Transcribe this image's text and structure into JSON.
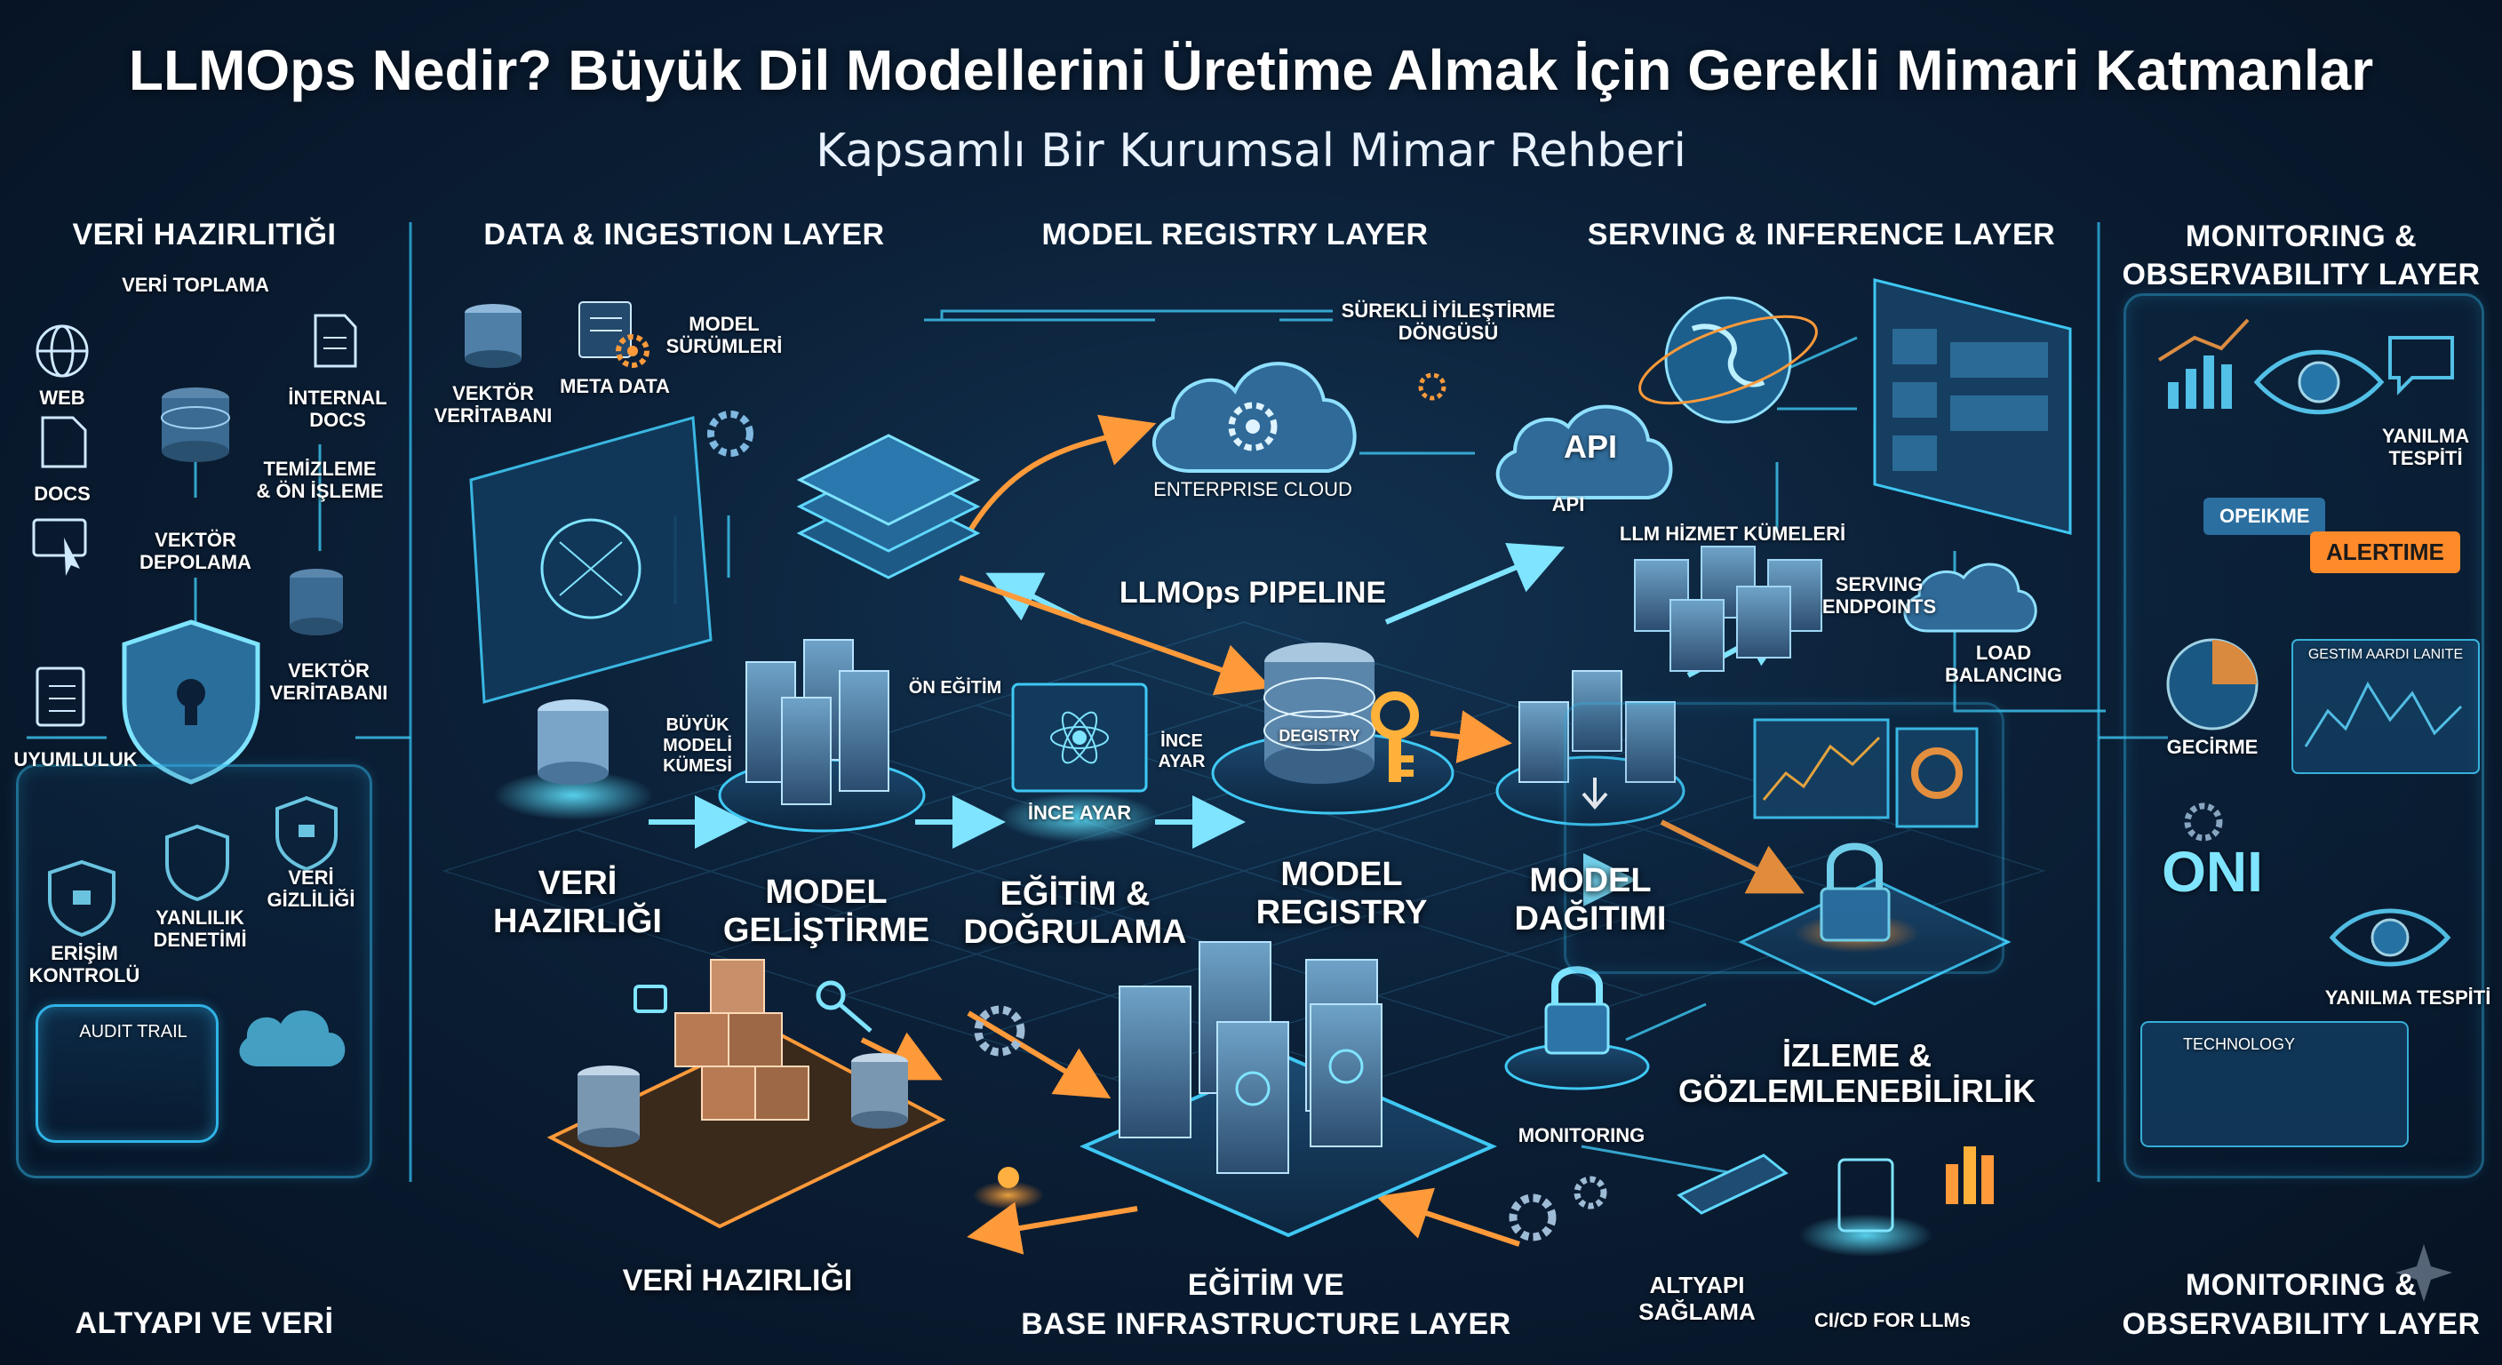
{
  "title": "LLMOps Nedir? Büyük Dil Modellerini Üretime Almak İçin Gerekli Mimari Katmanlar",
  "subtitle": "Kapsamlı Bir Kurumsal Mimar Rehberi",
  "layers": {
    "veri_hazirlitigi": "VERİ HAZIRLITIĞI",
    "data_ingestion": "DATA & INGESTION LAYER",
    "model_registry": "MODEL REGISTRY LAYER",
    "serving_inference": "SERVING & INFERENCE LAYER",
    "monitoring_top": "MONITORING &\nOBSERVABILITY LAYER",
    "altyapi_ve_veri": "ALTYAPI VE VERİ",
    "egitim_base": "EĞİTİM VE\nBASE INFRASTRUCTURE LAYER",
    "monitoring_bottom": "MONITORING &\nOBSERVABILITY LAYER"
  },
  "left_panel": {
    "veri_toplama": "VERİ TOPLAMA",
    "web": "WEB",
    "docs": "DOCS",
    "internal_docs": "İNTERNAL\nDOCS",
    "temizleme": "TEMİZLEME\n& ÖN İŞLEME",
    "vektor_depolama": "VEKTÖR\nDEPOLAMA",
    "vektor_veritabani": "VEKTÖR\nVERİTABANI",
    "uyumluluk": "UYUMLULUK",
    "erisim_kontrolu": "ERİŞİM\nKONTROLÜ",
    "yanlilik_denetimi": "YANLILIK\nDENETİMİ",
    "veri_gizliligi": "VERİ\nGİZLİLİĞİ",
    "audit_trail": "AUDIT TRAIL"
  },
  "ingestion": {
    "vektor_veritabani": "VEKTÖR\nVERİTABANI",
    "meta_data": "META DATA",
    "model_surumleri": "MODEL\nSÜRÜMLERİ"
  },
  "center": {
    "surekli_iyilestirme": "SÜREKLİ İYİLEŞTİRME\nDÖNGÜSÜ",
    "enterprise_cloud": "ENTERPRISE CLOUD",
    "api": "API",
    "api_small": "API",
    "llm_hizmet_kumeleri": "LLM HİZMET KÜMELERİ",
    "serving_endpoints": "SERVING\nENDPOINTS",
    "load_balancing": "LOAD\nBALANCING",
    "llmops_pipeline": "LLMOps PIPELINE",
    "buyuk_modeli_kumesi": "BÜYÜK\nMODELİ\nKÜMESİ",
    "on_egitim": "ÖN EĞİTİM",
    "ince_ayar_side": "İNCE\nAYAR",
    "ince_ayar": "İNCE AYAR",
    "registry_disk": "DEGISTRY",
    "monitoring_small": "MONITORING",
    "altyapi_saglama": "ALTYAPI\nSAĞLAMA",
    "cicd": "CI/CD FOR LLMs"
  },
  "stages": {
    "veri_hazirligi": "VERİ\nHAZIRLIĞI",
    "model_gelistirme": "MODEL\nGELİŞTİRME",
    "egitim_dogrulama": "EĞİTİM &\nDOĞRULAMA",
    "model_registry": "MODEL\nREGISTRY",
    "model_dagitimi": "MODEL\nDAĞITIMI",
    "izleme": "İZLEME &\nGÖZLEMLENEBİLİRLİK",
    "veri_hazirligi_bottom": "VERİ HAZIRLIĞI"
  },
  "right_panel": {
    "yanilma_tespiti_top": "YANILMA\nTESPİTİ",
    "opeikme": "OPEIKME",
    "alertime": "ALERTIME",
    "gestim": "GESTIM AARDI LANITE",
    "gecirme": "GECİRME",
    "oni": "ONI",
    "yanilma_tespiti_bottom": "YANILMA TESPİTİ",
    "technology": "TECHNOLOGY"
  },
  "colors": {
    "accent_cyan": "#2fb3e6",
    "accent_orange": "#ff8a2a",
    "background": "#0b1f36"
  }
}
